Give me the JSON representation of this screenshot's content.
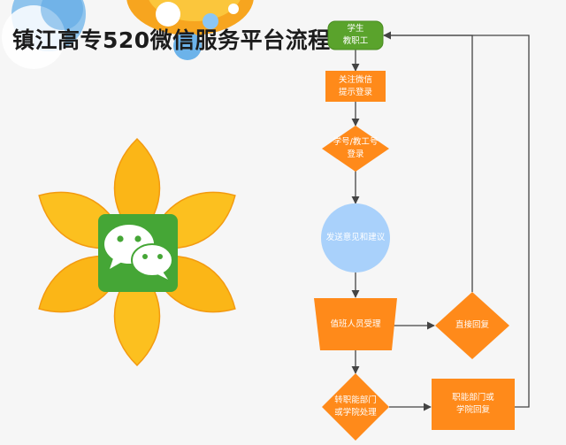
{
  "title": "镇江高专520微信服务平台流程",
  "flowchart": {
    "start": {
      "line1": "学生",
      "line2": "教职工"
    },
    "follow": {
      "line1": "关注微信",
      "line2": "提示登录"
    },
    "login": {
      "line1": "学号/教工号",
      "line2": "登录"
    },
    "feedback": {
      "line1": "发送意见和建议"
    },
    "duty": {
      "line1": "值班人员受理"
    },
    "direct": {
      "line1": "直接回复"
    },
    "transfer": {
      "line1": "转职能部门",
      "line2": "或学院处理"
    },
    "dept": {
      "line1": "职能部门或",
      "line2": "学院回复"
    }
  },
  "colors": {
    "start": "#5aa32c",
    "process": "#ff8a1a",
    "feedback": "#a9d1fb",
    "petal": "#fbb617",
    "wechat": "#45a636",
    "title": "#1c1c1c"
  },
  "icon": "wechat-logo-icon"
}
